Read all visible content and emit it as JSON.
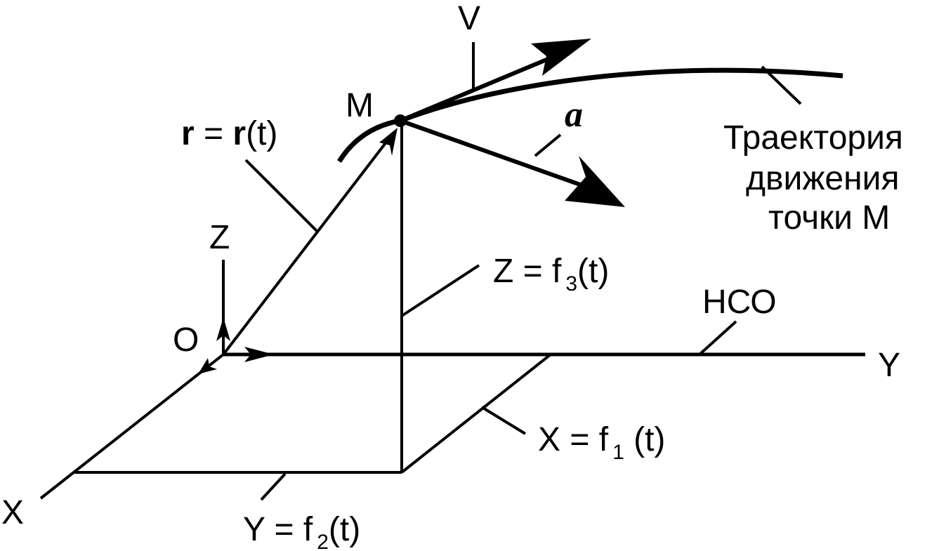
{
  "labels": {
    "V": "V",
    "M": "M",
    "a": "a",
    "trajectory_line1": "Траектория",
    "trajectory_line2": "движения",
    "trajectory_line3": "точки М",
    "r_bold1": "r",
    "r_eq": " = ",
    "r_bold2": "r",
    "r_t": "(t)",
    "Z_axis": "Z",
    "Z_eq_main": "Z = f",
    "Z_eq_sub": "3",
    "Z_eq_t": "(t)",
    "O": "O",
    "HCO": "НСО",
    "Y_axis": "Y",
    "X_eq_main": "X = f",
    "X_eq_sub": "1",
    "X_eq_t": " (t)",
    "X_axis": "X",
    "Y_eq_main": "Y = f",
    "Y_eq_sub": "2",
    "Y_eq_t": "(t)"
  }
}
